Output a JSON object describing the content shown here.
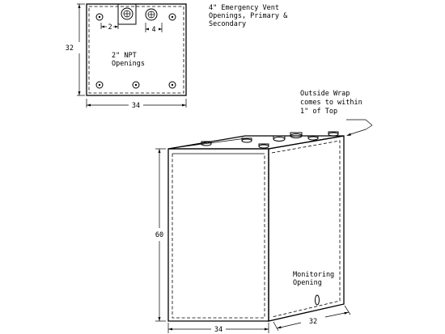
{
  "top_view": {
    "dim_width": "34",
    "dim_height": "32",
    "dim_small_left": "2",
    "dim_small_right": "4",
    "npt_label_line1": "2\" NPT",
    "npt_label_line2": "Openings"
  },
  "vent_label": {
    "line1": "4\" Emergency Vent",
    "line2": "Openings, Primary &",
    "line3": "Secondary"
  },
  "wrap_label": {
    "line1": "Outside Wrap",
    "line2": "comes to within",
    "line3": "1\" of Top"
  },
  "iso_view": {
    "dim_height": "60",
    "dim_front_width": "34",
    "dim_side_depth": "32",
    "monitor_line1": "Monitoring",
    "monitor_line2": "Opening"
  }
}
